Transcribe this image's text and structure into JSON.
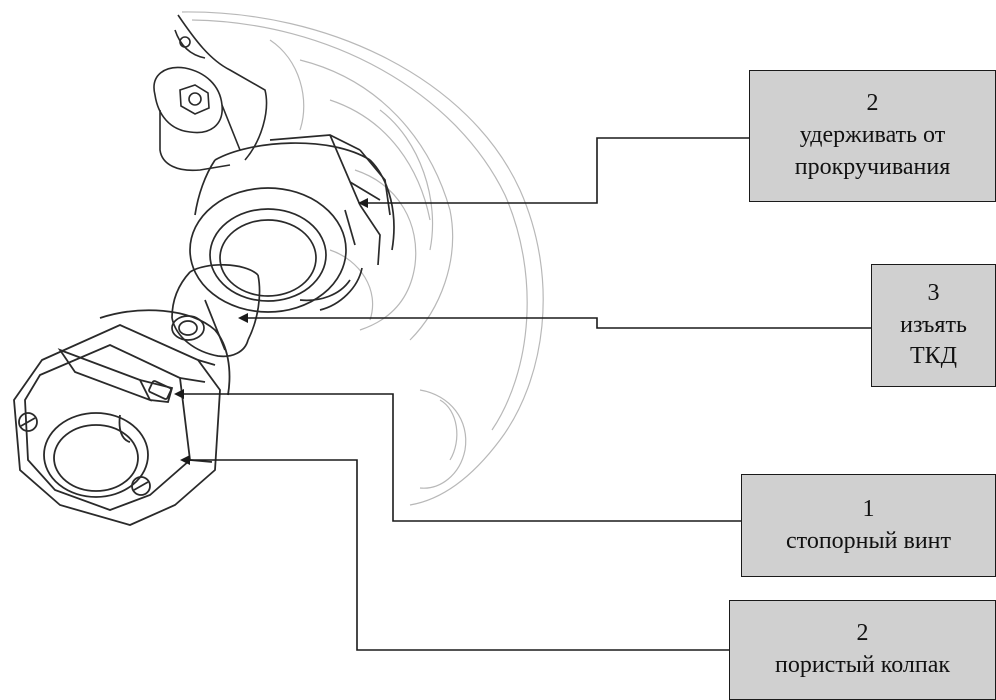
{
  "colors": {
    "box_fill": "#d0d0d0",
    "line": "#1a1a1a",
    "drawing_stroke": "#2a2a2a",
    "drawing_faint": "#b8b8b8"
  },
  "callouts": [
    {
      "id": "retain",
      "number": "2",
      "lines": [
        "удерживать от",
        "прокручивания"
      ]
    },
    {
      "id": "extract",
      "number": "3",
      "lines": [
        "изъять",
        "ТКД"
      ]
    },
    {
      "id": "screw",
      "number": "1",
      "lines": [
        "стопорный винт"
      ]
    },
    {
      "id": "cap",
      "number": "2",
      "lines": [
        "пористый колпак"
      ]
    }
  ]
}
